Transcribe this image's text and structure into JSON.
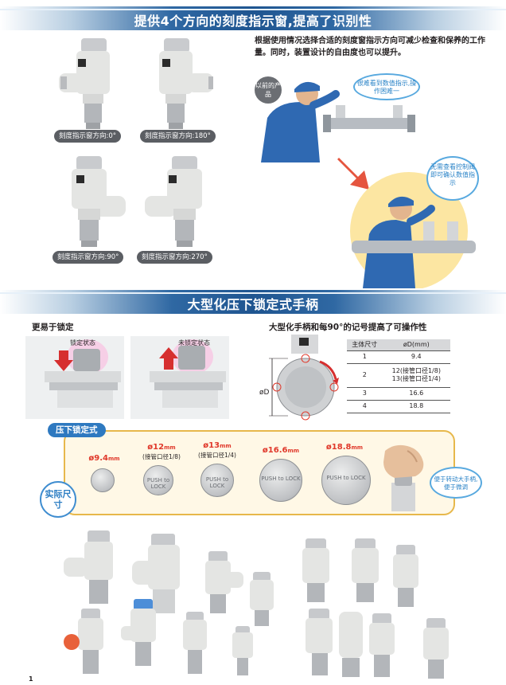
{
  "section1": {
    "title": "提供4个方向的刻度指示窗,提高了识别性",
    "captions": [
      "刻度指示窗方向:0°",
      "刻度指示窗方向:180°",
      "刻度指示窗方向:90°",
      "刻度指示窗方向:270°"
    ],
    "paragraph": "根据使用情况选择合适的刻度窗指示方向可减少检查和保养的工作量。同时，装置设计的自由度也可以提升。",
    "old_product_tag": "以前的产品",
    "bubble_old": "很难看到数值指示,操作困难一",
    "bubble_new": "无需查看控制阀即可确认数值指示"
  },
  "section2": {
    "title": "大型化压下锁定式手柄",
    "left_heading": "更易于锁定",
    "locked_label": "锁定状态",
    "unlocked_label": "未锁定状态",
    "right_heading": "大型化手柄和每90°的记号提高了可操作性",
    "od_label": "øD",
    "table": {
      "headers": [
        "主体尺寸",
        "øD(mm)"
      ],
      "rows": [
        {
          "size": "1",
          "od": "9.4"
        },
        {
          "size": "2",
          "od": "12(接管口径1/8)\n13(接管口径1/4)"
        },
        {
          "size": "3",
          "od": "16.6"
        },
        {
          "size": "4",
          "od": "18.8"
        }
      ]
    }
  },
  "panel": {
    "tag": "压下锁定式",
    "real_size": "实际尺寸",
    "knobs": [
      {
        "d": "ø9.4",
        "unit": "mm",
        "sub": ""
      },
      {
        "d": "ø12",
        "unit": "mm",
        "sub": "(接管口径1/8)"
      },
      {
        "d": "ø13",
        "unit": "mm",
        "sub": "(接管口径1/4)"
      },
      {
        "d": "ø16.6",
        "unit": "mm",
        "sub": ""
      },
      {
        "d": "ø18.8",
        "unit": "mm",
        "sub": ""
      }
    ],
    "knob_text": "PUSH to LOCK",
    "hand_note": "便于转动大手柄,便于微调"
  },
  "footer": {
    "page_number": "1"
  },
  "colors": {
    "banner": "#1f5590",
    "accent_red": "#e0392b",
    "accent_blue": "#2e79c0",
    "panel_border": "#e7b84b"
  }
}
